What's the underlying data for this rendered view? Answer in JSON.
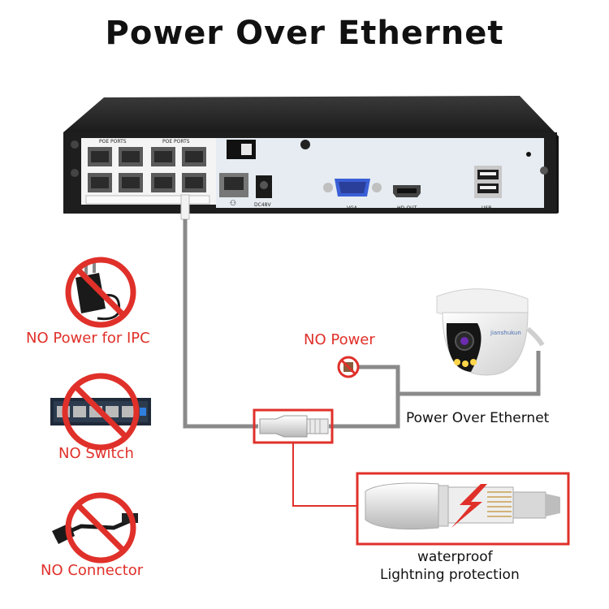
{
  "title": "Power Over Ethernet",
  "nvr": {
    "poe_label_1": "POE PORTS",
    "poe_label_2": "POE PORTS",
    "vga_label": "VGA",
    "hdmi_label": "HD-OUT",
    "usb_label": "USB",
    "dc_label": "DC48V"
  },
  "camera": {
    "brand": "jianshukun"
  },
  "labels": {
    "no_power_ipc": "NO Power for IPC",
    "no_switch": "NO Switch",
    "no_connector": "NO Connector",
    "no_power": "NO Power",
    "poe": "Power Over Ethernet",
    "waterproof": "waterproof",
    "lightning": "Lightning protection"
  },
  "colors": {
    "accent_red": "#e0302a",
    "cable_gray": "#8a8a8a"
  }
}
